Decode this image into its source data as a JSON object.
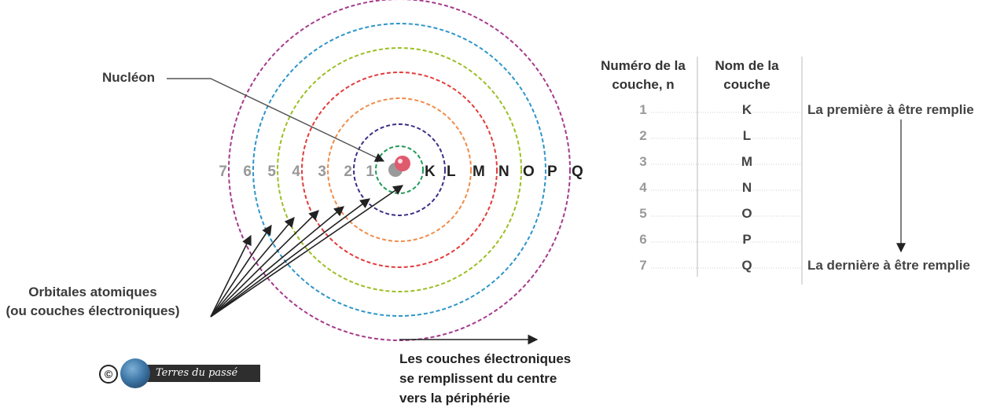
{
  "diagram": {
    "nucleon_label": "Nucléon",
    "orbitals_label_line1": "Orbitales atomiques",
    "orbitals_label_line2": "(ou couches électroniques)",
    "direction_caption": [
      "Les couches électroniques",
      "se remplissent du centre",
      "vers la périphérie"
    ],
    "shells": [
      {
        "n": "1",
        "name": "K",
        "color": "#1e9a57"
      },
      {
        "n": "2",
        "name": "L",
        "color": "#3b2f86"
      },
      {
        "n": "3",
        "name": "M",
        "color": "#f08c4a"
      },
      {
        "n": "4",
        "name": "N",
        "color": "#e33b3b"
      },
      {
        "n": "5",
        "name": "O",
        "color": "#9bbf22"
      },
      {
        "n": "6",
        "name": "P",
        "color": "#2e95c9"
      },
      {
        "n": "7",
        "name": "Q",
        "color": "#a63a8c"
      }
    ],
    "number_color": "#999999",
    "letter_color": "#222222",
    "nucleon_color": "#e05a6e"
  },
  "table": {
    "header_number": [
      "Numéro de la",
      "couche, n"
    ],
    "header_name": [
      "Nom de la",
      "couche"
    ],
    "rows": [
      {
        "n": "1",
        "name": "K"
      },
      {
        "n": "2",
        "name": "L"
      },
      {
        "n": "3",
        "name": "M"
      },
      {
        "n": "4",
        "name": "N"
      },
      {
        "n": "5",
        "name": "O"
      },
      {
        "n": "6",
        "name": "P"
      },
      {
        "n": "7",
        "name": "Q"
      }
    ],
    "first_filled": "La première à être remplie",
    "last_filled": "La dernière à être remplie"
  },
  "logo": {
    "copyright_symbol": "©",
    "text": "Terres du passé"
  }
}
